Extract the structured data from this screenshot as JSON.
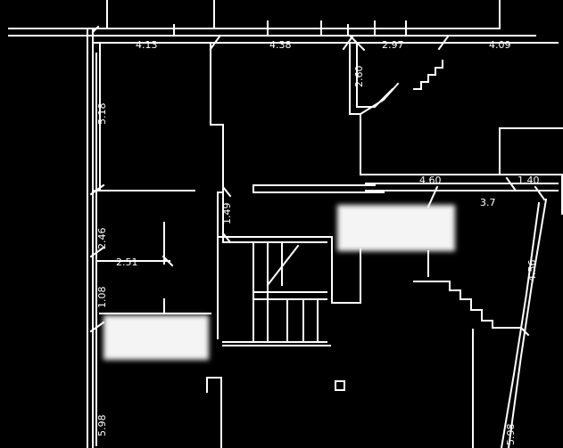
{
  "colors": {
    "background": "#000000",
    "line": "#ffffff",
    "redaction": "#f4f4f4"
  },
  "dimensions": {
    "top_1": "4.13",
    "top_2": "4.38",
    "top_3": "2.97",
    "top_4": "4.09",
    "left_1": "5.18",
    "left_2": "2.46",
    "left_3": "1.08",
    "left_4": "5.98",
    "room_width": "2.51",
    "stair_height": "2.60",
    "middle_height": "1.49",
    "right_1": "4.60",
    "right_2": "1.40",
    "right_3": "3.7",
    "right_vertical": "4.56",
    "bottom_right": "5.98"
  }
}
